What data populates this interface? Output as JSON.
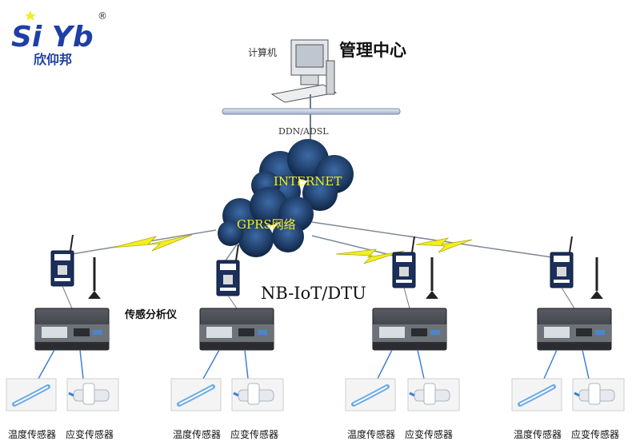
{
  "logo": {
    "wordmark": "Si Yb",
    "name": "欣仰邦",
    "mark": "®"
  },
  "center": {
    "computer_label": "计算机",
    "title": "管理中心"
  },
  "network": {
    "link_label": "DDN/ADSL",
    "internet_label": "INTERNET",
    "gprs_label": "GPRS网络"
  },
  "device": {
    "label": "NB-IoT/DTU"
  },
  "analyzer": {
    "label": "传感分析仪"
  },
  "stations": [
    {
      "temp_sensor": "温度传感器",
      "strain_sensor": "应变传感器"
    },
    {
      "temp_sensor": "温度传感器",
      "strain_sensor": "应变传感器"
    },
    {
      "temp_sensor": "温度传感器",
      "strain_sensor": "应变传感器"
    },
    {
      "temp_sensor": "温度传感器",
      "strain_sensor": "应变传感器"
    }
  ],
  "colors": {
    "cloud": "#1d3a63",
    "bolt": "#f2ee22",
    "lan_bar": "#c9d6ea",
    "device_body": "#1b2f5c",
    "analyzer_body": "#3a3d42"
  },
  "icons": [
    "computer-icon",
    "cloud-icon",
    "lightning-icon",
    "dtu-icon",
    "antenna-icon",
    "analyzer-icon",
    "temperature-sensor-icon",
    "strain-sensor-icon"
  ]
}
